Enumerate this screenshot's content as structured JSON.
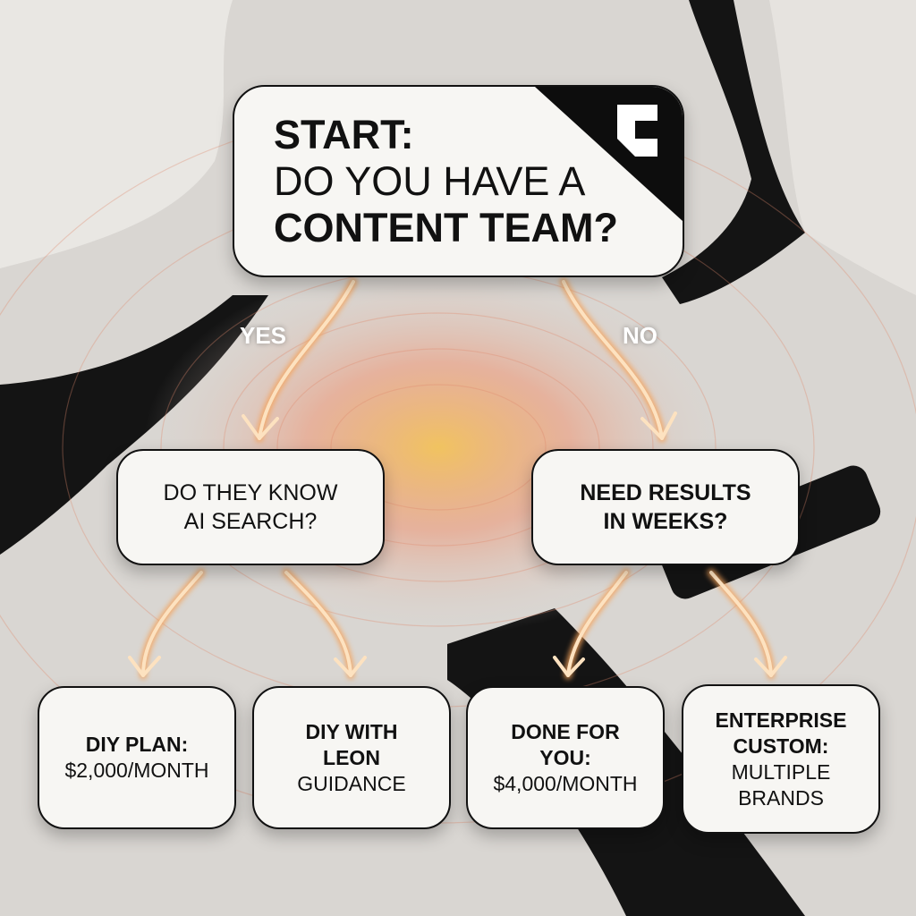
{
  "start": {
    "line1": "START:",
    "line2": "DO YOU HAVE A",
    "line3": "CONTENT TEAM?",
    "logo": "c-logo-icon"
  },
  "branches": {
    "yes": "YES",
    "no": "NO"
  },
  "questions": [
    {
      "line1": "DO THEY KNOW",
      "line2": "AI SEARCH?"
    },
    {
      "line1": "NEED RESULTS",
      "line2": "IN WEEKS?"
    }
  ],
  "outcomes": [
    {
      "bold": [
        "DIY PLAN:"
      ],
      "regular": [
        "$2,000/MONTH"
      ]
    },
    {
      "bold": [
        "DIY WITH",
        "LEON"
      ],
      "regular": [
        "GUIDANCE"
      ]
    },
    {
      "bold": [
        "DONE FOR",
        "YOU:"
      ],
      "regular": [
        "$4,000/MONTH"
      ]
    },
    {
      "bold": [
        "ENTERPRISE",
        "CUSTOM:"
      ],
      "regular": [
        "MULTIPLE",
        "BRANDS"
      ]
    }
  ],
  "colors": {
    "arrow": "#f5a35a",
    "background": "#d9d6d2",
    "dark": "#111111",
    "box": "#f7f6f3"
  }
}
